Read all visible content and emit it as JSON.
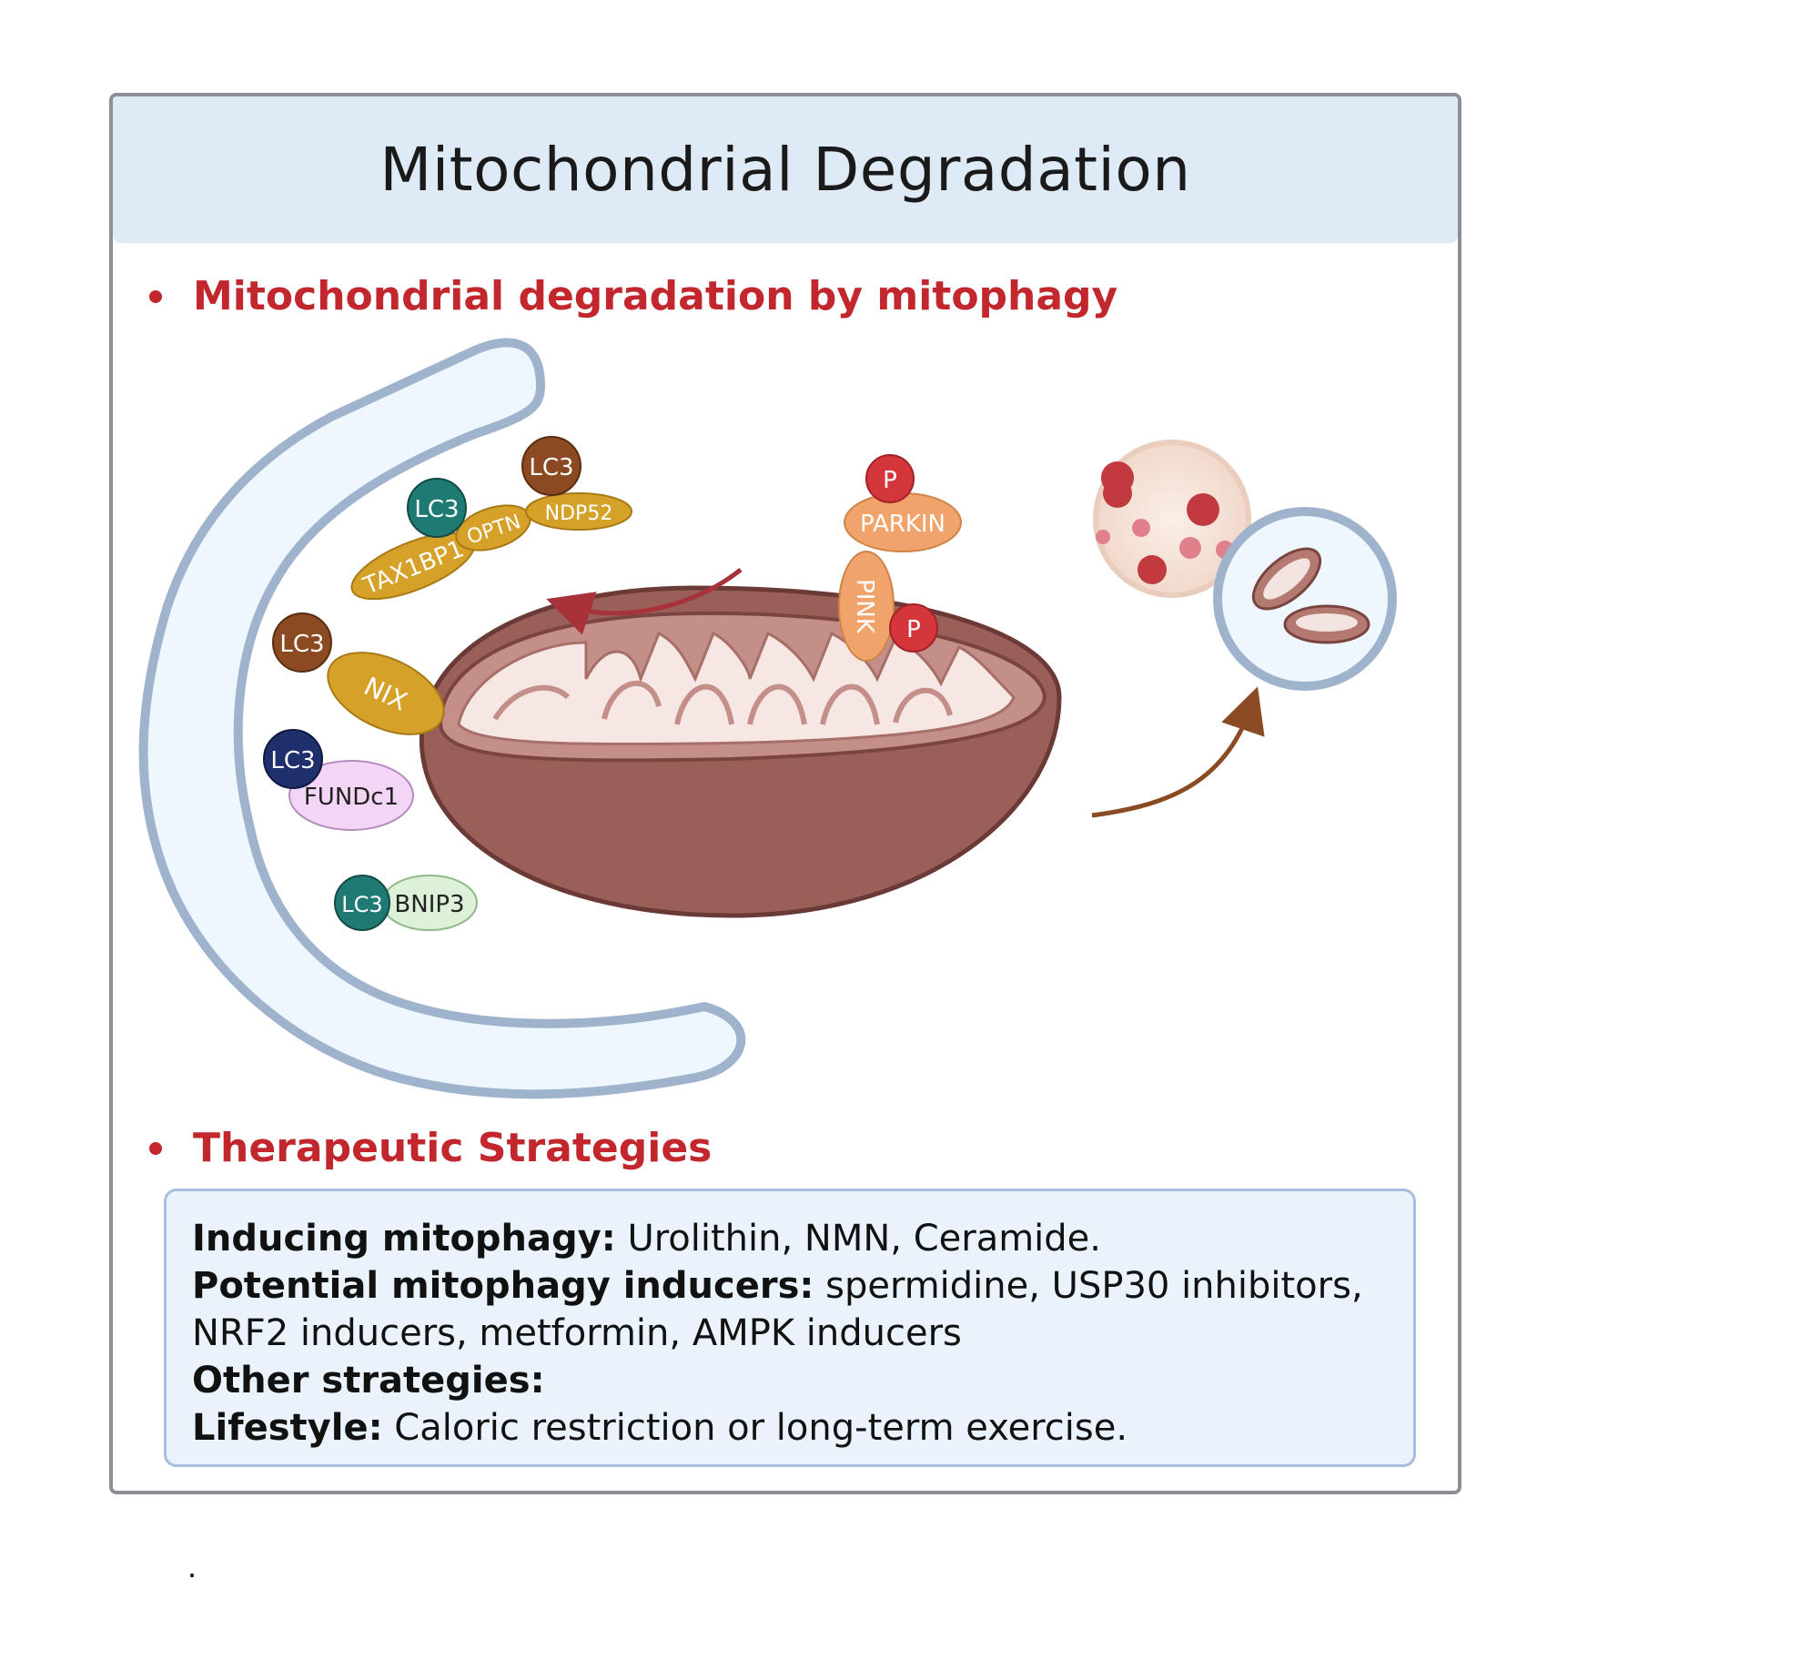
{
  "title": "Mitochondrial Degradation",
  "sections": {
    "mitophagy": "Mitochondrial degradation by mitophagy",
    "therapeutic": "Therapeutic Strategies"
  },
  "diagram": {
    "receptors": {
      "lc3": "LC3",
      "ndp52": "NDP52",
      "optn": "OPTN",
      "tax1bp1": "TAX1BP1",
      "nix": "NIX",
      "fundc1": "FUNDc1",
      "bnip3": "BNIP3",
      "parkin": "PARKIN",
      "pink": "PINK",
      "phospho": "P"
    },
    "colors": {
      "phagophore_fill": "#eef7fd",
      "phagophore_stroke": "#9fb3cc",
      "mito_outer": "#a76a64",
      "mito_inner": "#f3e4e1",
      "lc3_brown": "#8b4a22",
      "lc3_teal": "#1f7a74",
      "lc3_navy": "#1e2f6b",
      "yellow_receptor": "#d6a128",
      "parkin_pink": "#f0a36a",
      "phospho_red": "#d4363b",
      "arrow_red": "#a8323a",
      "arrow_brown": "#8a4a22"
    }
  },
  "strategies": {
    "inducing_label": "Inducing mitophagy:",
    "inducing_text": " Urolithin, NMN, Ceramide.",
    "potential_label": "Potential mitophagy inducers:",
    "potential_text": " spermidine, USP30 inhibitors, NRF2 inducers, metformin, AMPK inducers",
    "other_label": "Other strategies:",
    "lifestyle_label": "Lifestyle:",
    "lifestyle_text": " Caloric restriction or long-term exercise."
  },
  "footer": "."
}
